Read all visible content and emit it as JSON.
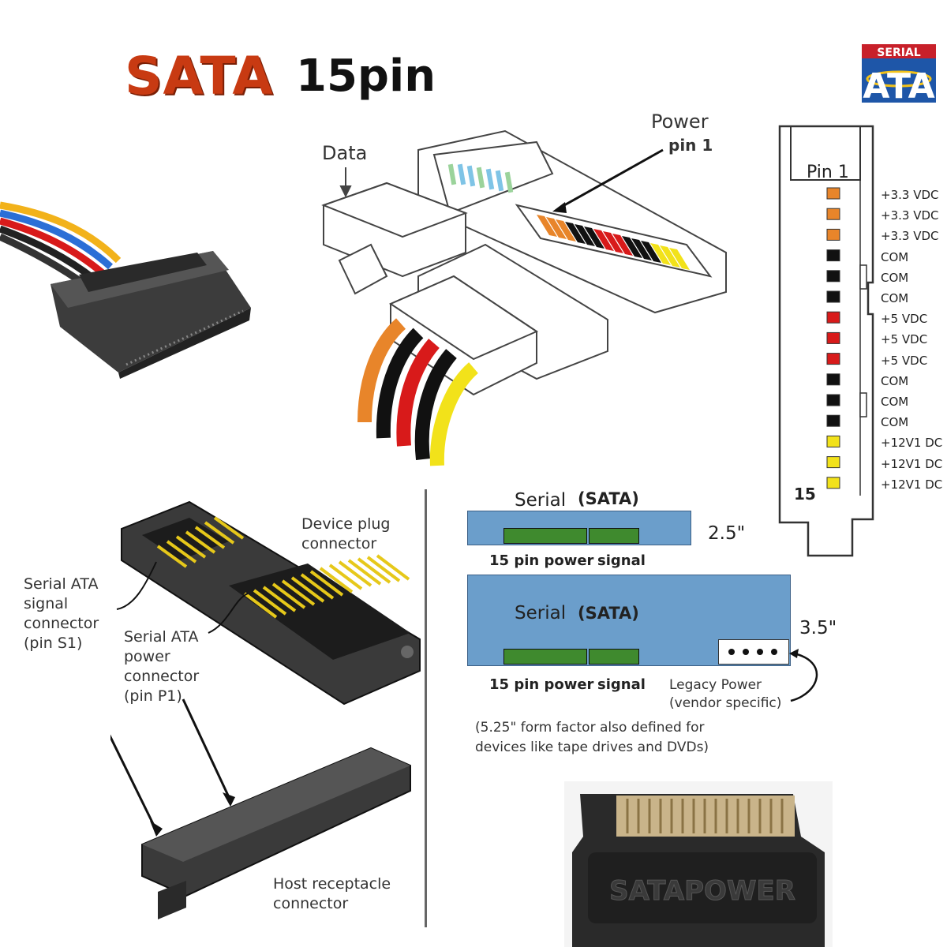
{
  "title": {
    "main": "SATA",
    "suffix": "15pin"
  },
  "logo": {
    "top_text": "SERIAL",
    "main_text": "ATA"
  },
  "top_diagram": {
    "data_label": "Data",
    "power_label": "Power",
    "pin1_label": "pin 1"
  },
  "pinout": {
    "pin1_label": "Pin 1",
    "pin15_label": "15",
    "pins": [
      {
        "label": "+3.3 VDC",
        "color": "#e8852a"
      },
      {
        "label": "+3.3 VDC",
        "color": "#e8852a"
      },
      {
        "label": "+3.3 VDC",
        "color": "#e8852a"
      },
      {
        "label": "COM",
        "color": "#111111"
      },
      {
        "label": "COM",
        "color": "#111111"
      },
      {
        "label": "COM",
        "color": "#111111"
      },
      {
        "label": "+5 VDC",
        "color": "#d81a1a"
      },
      {
        "label": "+5 VDC",
        "color": "#d81a1a"
      },
      {
        "label": "+5 VDC",
        "color": "#d81a1a"
      },
      {
        "label": "COM",
        "color": "#111111"
      },
      {
        "label": "COM",
        "color": "#111111"
      },
      {
        "label": "COM",
        "color": "#111111"
      },
      {
        "label": "+12V1 DC",
        "color": "#f2e21a"
      },
      {
        "label": "+12V1 DC",
        "color": "#f2e21a"
      },
      {
        "label": "+12V1 DC",
        "color": "#f2e21a"
      }
    ]
  },
  "connector_diagram": {
    "device_plug": [
      "Device plug",
      "connector"
    ],
    "signal_connector": [
      "Serial ATA",
      "signal",
      "connector",
      "(pin S1)"
    ],
    "power_connector": [
      "Serial ATA",
      "power",
      "connector",
      "(pin P1)"
    ],
    "host_receptacle": [
      "Host receptacle",
      "connector"
    ]
  },
  "drives": {
    "drive_25": {
      "serial": "Serial",
      "sata": "(SATA)",
      "size": "2.5\"",
      "power_label": "15 pin power",
      "signal_label": "signal"
    },
    "drive_35": {
      "serial": "Serial",
      "sata": "(SATA)",
      "size": "3.5\"",
      "power_label": "15 pin power",
      "signal_label": "signal",
      "legacy": [
        "Legacy Power",
        "(vendor specific)"
      ]
    },
    "note": [
      "(5.25\" form factor also defined for",
      "devices like tape drives and DVDs)"
    ]
  },
  "photo": {
    "label": "SATAPOWER"
  },
  "colors": {
    "title_red": "#c83a12",
    "drive_blue": "#6b9ecb",
    "pcb_green": "#3f8a2e"
  }
}
